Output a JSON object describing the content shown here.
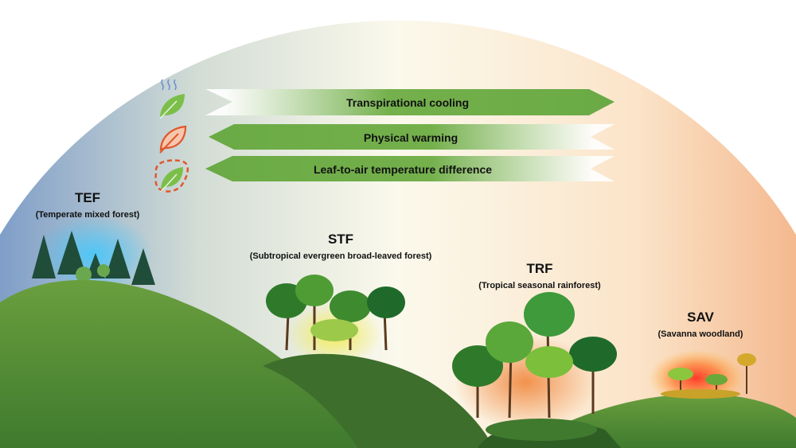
{
  "processes": [
    {
      "label": "Transpirational cooling",
      "direction": "right",
      "icon": "transpiring-leaf-icon"
    },
    {
      "label": "Physical warming",
      "direction": "left",
      "icon": "warm-leaf-icon"
    },
    {
      "label": "Leaf-to-air temperature difference",
      "direction": "left",
      "icon": "leaf-boundary-icon"
    }
  ],
  "sites": [
    {
      "code": "TEF",
      "name": "(Temperate mixed forest)"
    },
    {
      "code": "STF",
      "name": "(Subtropical evergreen broad-leaved forest)"
    },
    {
      "code": "TRF",
      "name": "(Tropical seasonal rainforest)"
    },
    {
      "code": "SAV",
      "name": "(Savanna woodland)"
    }
  ],
  "colors": {
    "arrow": "#6aaa45",
    "sky_cool": "#8fa9c9",
    "sky_warm": "#f6c9a5",
    "hill": "#4f8a35"
  }
}
